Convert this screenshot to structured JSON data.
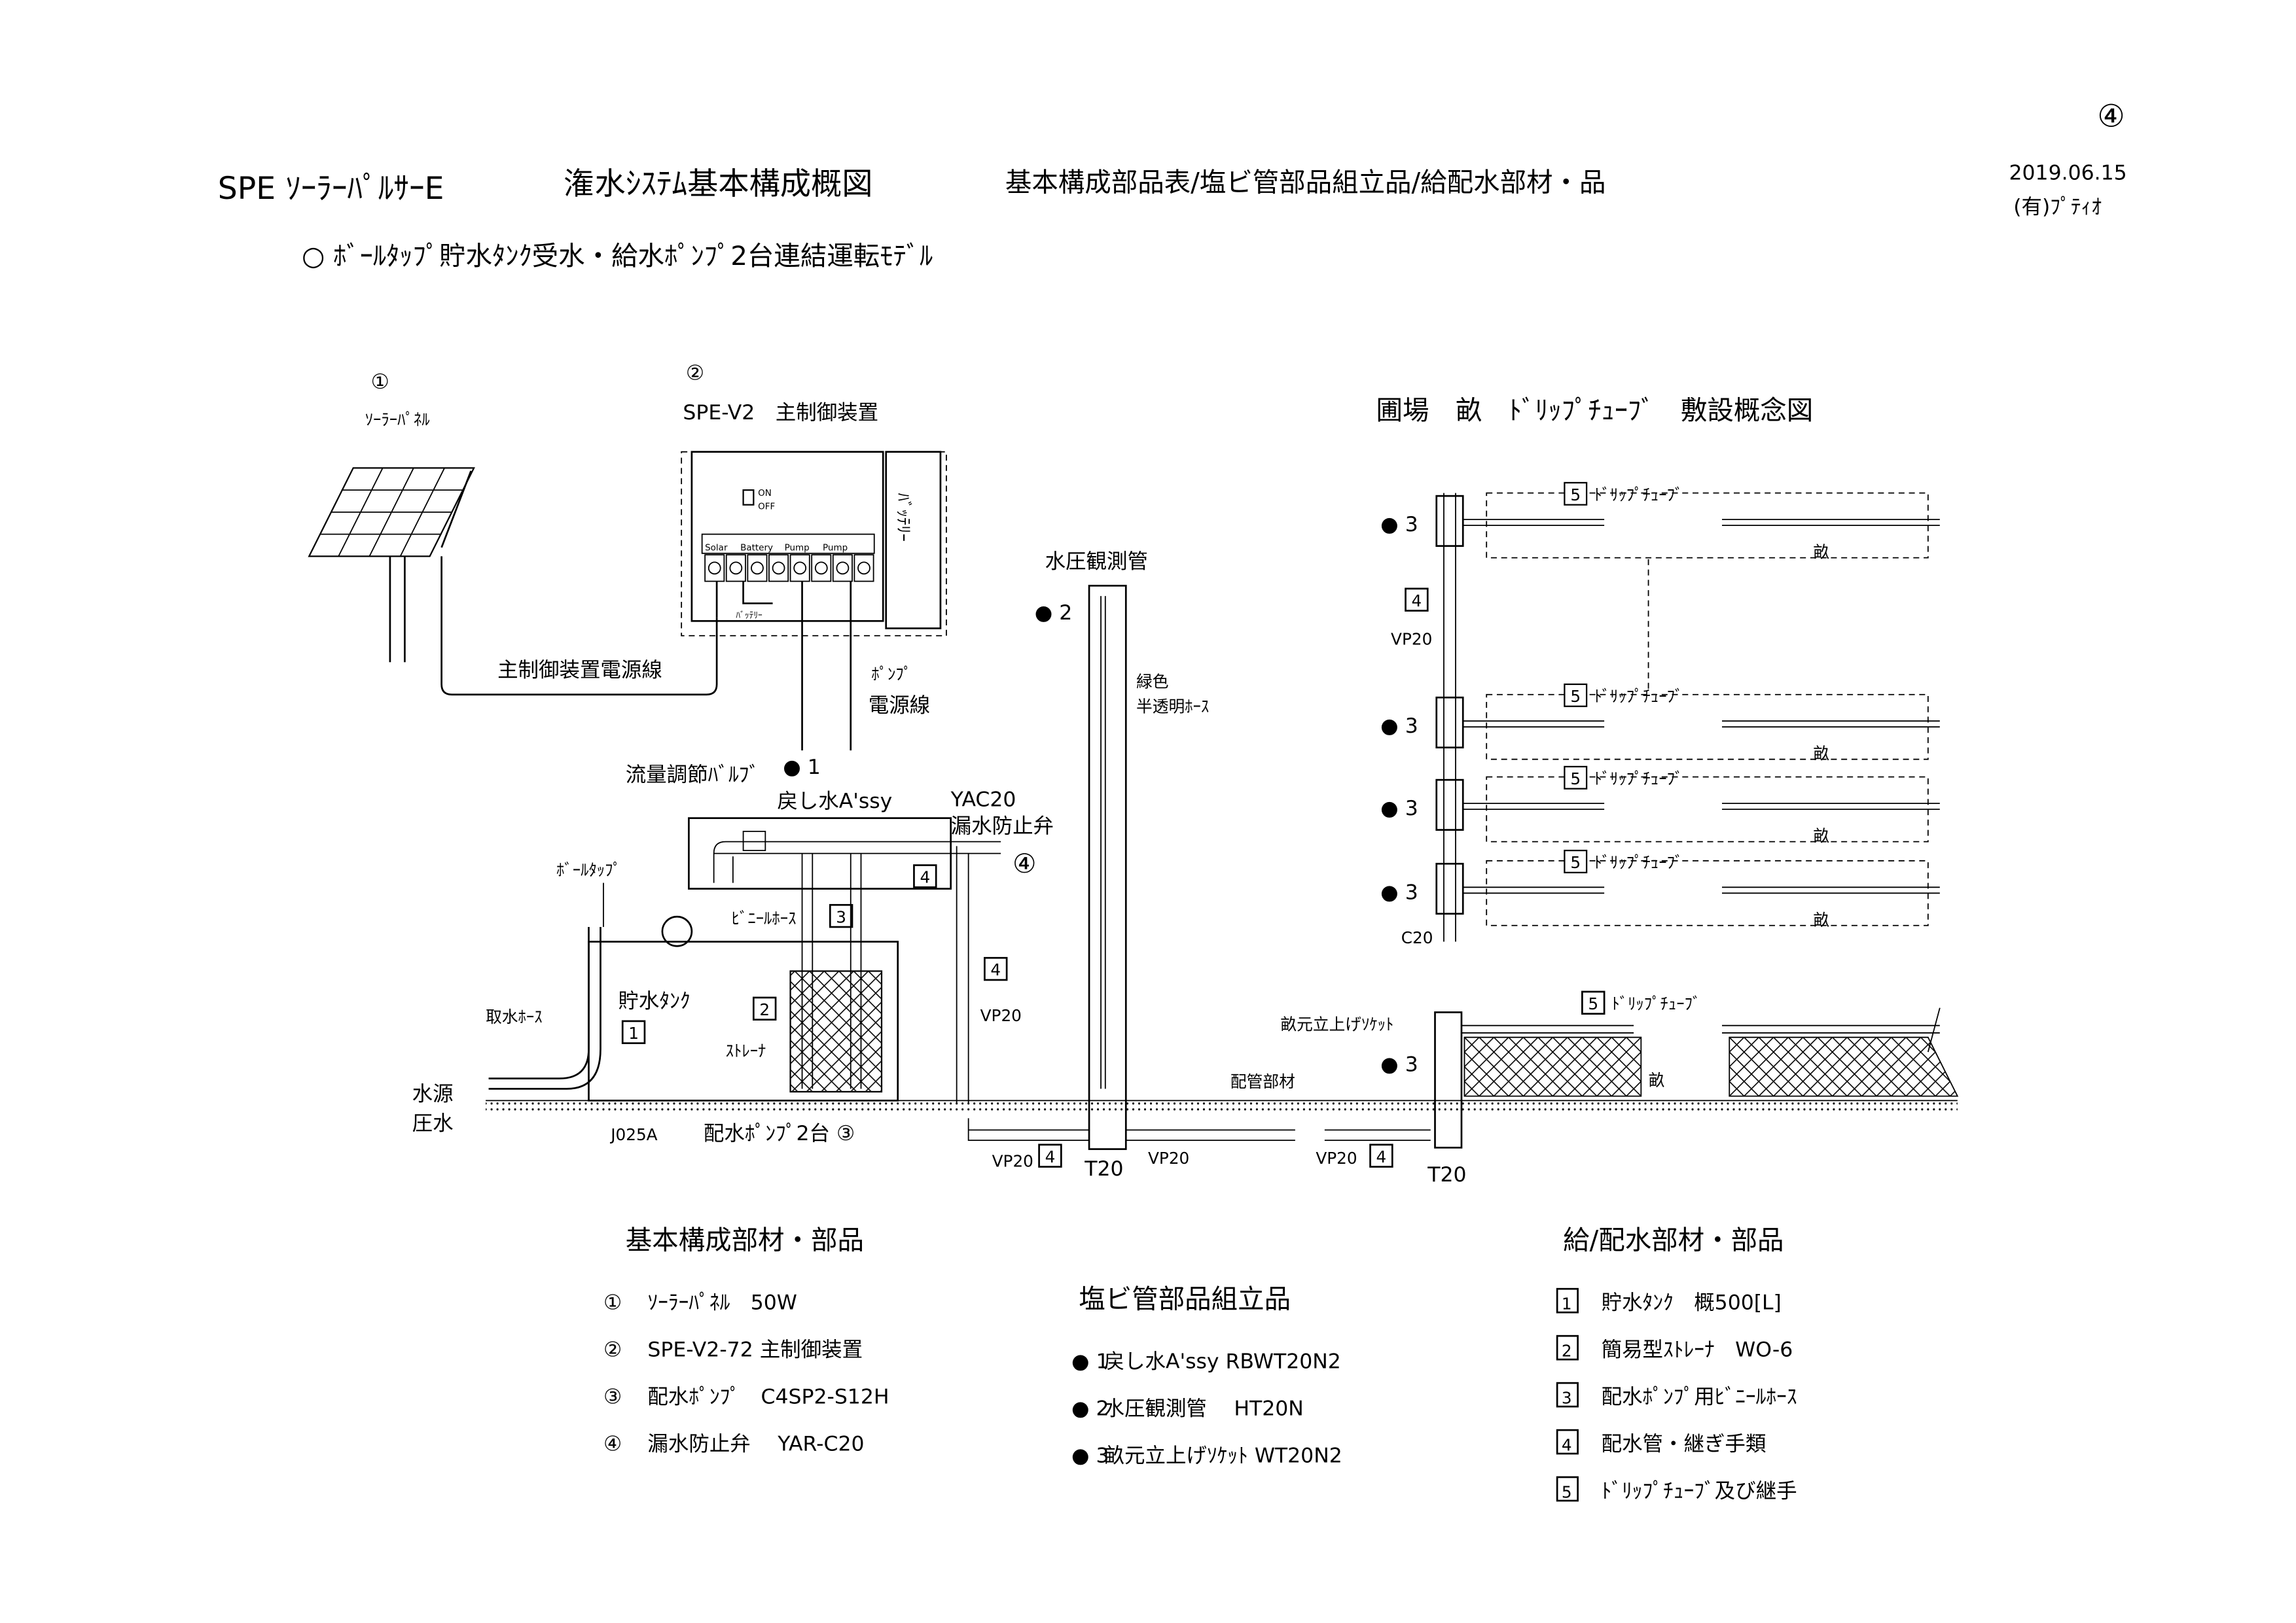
{
  "header": {
    "title": "SPE ｿｰﾗｰﾊﾟﾙｻｰE",
    "subtitle": "潅水ｼｽﾃﾑ基本構成概図",
    "contents": "基本構成部品表/塩ビ管部品組立品/給配水部材・品",
    "page_number": "④",
    "date": "2019.06.15",
    "company": "(有)ﾌﾟﾃｨｵ",
    "model": "○ ﾎﾞｰﾙﾀｯﾌﾟ貯水ﾀﾝｸ受水・給水ﾎﾟﾝﾌﾟ2台連結運転ﾓﾃﾞﾙ"
  },
  "diagram": {
    "solar_num": "①",
    "solar_label": "ｿｰﾗｰﾊﾟﾈﾙ",
    "ctrl_num": "②",
    "ctrl_label": "SPE-V2　主制御装置",
    "switch_on": "ON",
    "switch_off": "OFF",
    "terminals": [
      "Solar",
      "Battery",
      "Pump",
      "Pump"
    ],
    "battery_wire": "ﾊﾞｯﾃﾘｰ",
    "battery_box": "ﾊﾞｯﾃﾘｰ",
    "power_cable": "主制御装置電源線",
    "pump_cable_1": "ﾎﾟﾝﾌﾟ",
    "pump_cable_2": "電源線",
    "return_num": "● 1",
    "return_label": "戻し水A'ssy",
    "flow_valve": "流量調節ﾊﾞﾙﾌﾞ",
    "yac": "YAC20",
    "leak_valve": "漏水防止弁",
    "leak_num": "④",
    "ball_tap": "ﾎﾞｰﾙﾀｯﾌﾟ",
    "vinyl_hose": "ﾋﾞﾆｰﾙﾎｰｽ",
    "tank": "貯水ﾀﾝｸ",
    "strainer": "ｽﾄﾚｰﾅ",
    "intake_hose": "取水ﾎｰｽ",
    "source_1": "水源",
    "source_2": "圧水",
    "j025a": "J025A",
    "pumps": "配水ﾎﾟﾝﾌﾟ2台 ③",
    "vp20": "VP20",
    "t20": "T20",
    "piping": "配管部材",
    "gauge_label": "水圧観測管",
    "gauge_num": "● 2",
    "hose_1": "緑色",
    "hose_2": "半透明ﾎｰｽ",
    "field_title": "圃場　畝　ﾄﾞﾘｯﾌﾟﾁｭｰﾌﾞ　敷設概念図",
    "drip_tube": "ﾄﾞﾘｯﾌﾟﾁｭｰﾌﾞ",
    "ridge": "畝",
    "socket_num": "● 3",
    "c20": "C20",
    "riser_socket": "畝元立上げｿｹｯﾄ",
    "box_labels": [
      "1",
      "2",
      "3",
      "4",
      "5"
    ]
  },
  "lists": {
    "basic": {
      "title": "基本構成部材・部品",
      "items": [
        {
          "num": "①",
          "name": "ｿｰﾗｰﾊﾟﾈﾙ　50W"
        },
        {
          "num": "②",
          "name": "SPE-V2-72 主制御装置"
        },
        {
          "num": "③",
          "name": "配水ﾎﾟﾝﾌﾟ　C4SP2-S12H"
        },
        {
          "num": "④",
          "name": "漏水防止弁　 YAR-C20"
        }
      ]
    },
    "pvc": {
      "title": "塩ビ管部品組立品",
      "items": [
        {
          "num": "● 1",
          "name": "戻し水A'ssy RBWT20N2"
        },
        {
          "num": "● 2",
          "name": "水圧観測管　 HT20N"
        },
        {
          "num": "● 3",
          "name": "畝元立上げｿｹｯﾄ WT20N2"
        }
      ]
    },
    "water": {
      "title": "給/配水部材・部品",
      "items": [
        {
          "num": "1",
          "name": "貯水ﾀﾝｸ　概500[L]"
        },
        {
          "num": "2",
          "name": "簡易型ｽﾄﾚｰﾅ　WO-6"
        },
        {
          "num": "3",
          "name": "配水ﾎﾟﾝﾌﾟ用ﾋﾞﾆｰﾙﾎｰｽ"
        },
        {
          "num": "4",
          "name": "配水管・継ぎ手類"
        },
        {
          "num": "5",
          "name": "ﾄﾞﾘｯﾌﾟﾁｭｰﾌﾞ及び継手"
        }
      ]
    }
  }
}
